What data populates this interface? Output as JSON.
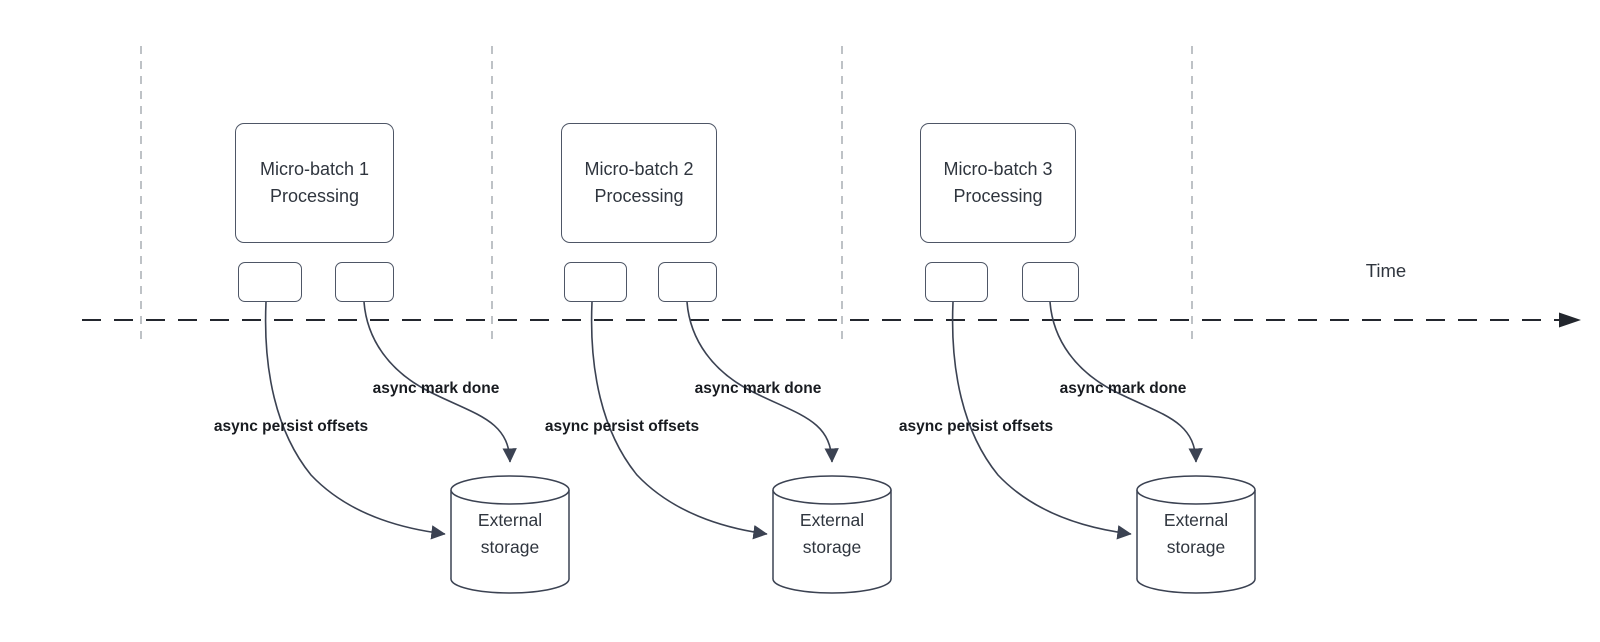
{
  "theme": {
    "bg": "#ffffff",
    "connector": "#3b4252",
    "box-border": "#4e5666",
    "timeline": "#23272e",
    "guide": "#a9adb3",
    "text": "#2f353e",
    "label": "#181b20"
  },
  "timeline": {
    "label": "Time"
  },
  "sections": [
    {
      "process_box": {
        "line1": "Micro-batch 1",
        "line2": "Processing"
      },
      "offsets_label": "async persist offsets",
      "done_label": "async mark done",
      "storage": {
        "line1": "External",
        "line2": "storage"
      }
    },
    {
      "process_box": {
        "line1": "Micro-batch 2",
        "line2": "Processing"
      },
      "offsets_label": "async persist offsets",
      "done_label": "async mark done",
      "storage": {
        "line1": "External",
        "line2": "storage"
      }
    },
    {
      "process_box": {
        "line1": "Micro-batch 3",
        "line2": "Processing"
      },
      "offsets_label": "async persist offsets",
      "done_label": "async mark done",
      "storage": {
        "line1": "External",
        "line2": "storage"
      }
    }
  ]
}
